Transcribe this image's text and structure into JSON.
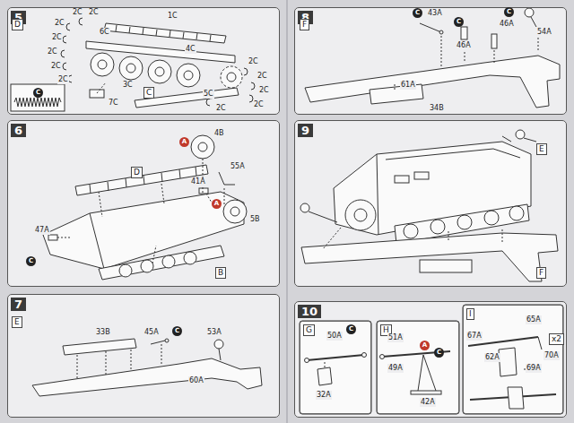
{
  "diagram": {
    "nodes": [
      {
        "text": [
          "5"
        ]
      },
      {
        "text": [
          "8"
        ]
      },
      {
        "text": [
          "6"
        ]
      },
      {
        "text": [
          "9"
        ]
      },
      {
        "text": [
          "7"
        ]
      },
      {
        "text": [
          "10"
        ]
      },
      {
        "text": [
          "G"
        ],
        "in": 5
      },
      {
        "text": [
          "H"
        ],
        "in": 5
      },
      {
        "text": [
          "I"
        ],
        "in": 5
      }
    ],
    "labels": [
      "D",
      "2C",
      "2C",
      "1C",
      "6C",
      "2C",
      "2C",
      "4C",
      "2C",
      "2C",
      "2C",
      "2C",
      "2C",
      "3C",
      "C",
      "2C",
      "5C",
      "C",
      "7C",
      "2C",
      "2C",
      "F",
      "C",
      "43A",
      "C",
      "46A",
      "C",
      "46A",
      "54A",
      "61A",
      "34B",
      "4B",
      "A",
      "55A",
      "D",
      "41A",
      "A",
      "5B",
      "47A",
      "C",
      "B",
      "E",
      "F",
      "E",
      "33B",
      "45A",
      "C",
      "53A",
      "60A",
      "50A",
      "C",
      "32A",
      "51A",
      "A",
      "49A",
      "C",
      "42A",
      "65A",
      "x2",
      "67A",
      "62A",
      "70A",
      "69A"
    ]
  }
}
